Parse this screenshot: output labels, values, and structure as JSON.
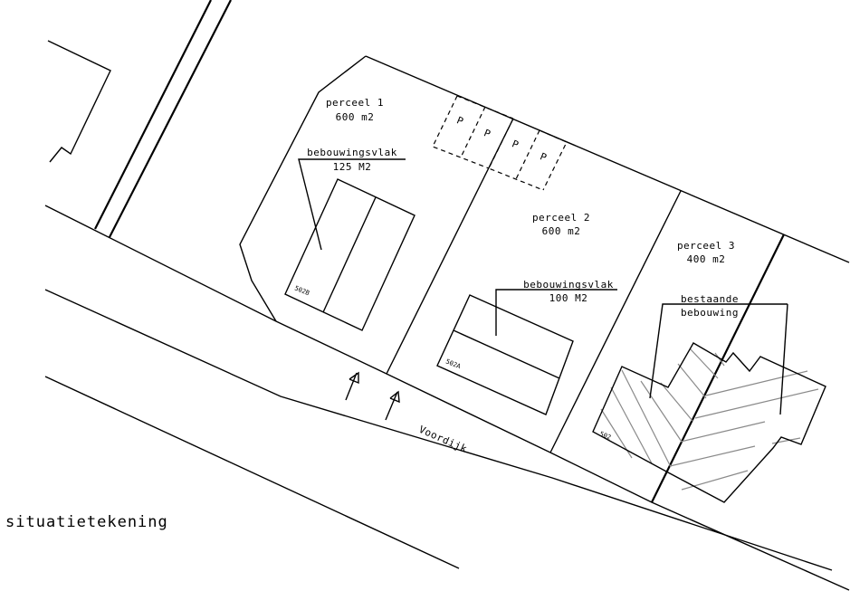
{
  "title": "situatietekening",
  "street": "Voordijk",
  "plots": [
    {
      "name": "perceel 1",
      "area": "600 m2"
    },
    {
      "name": "perceel 2",
      "area": "600 m2"
    },
    {
      "name": "perceel 3",
      "area": "400 m2"
    }
  ],
  "building_zones": [
    {
      "label": "bebouwingsvlak",
      "area": "125 M2",
      "code": "502B"
    },
    {
      "label": "bebouwingsvlak",
      "area": "100 M2",
      "code": "502A"
    }
  ],
  "existing": {
    "line1": "bestaande",
    "line2": "bebouwing",
    "code": "502"
  },
  "parking": [
    "P",
    "P",
    "P",
    "P"
  ]
}
